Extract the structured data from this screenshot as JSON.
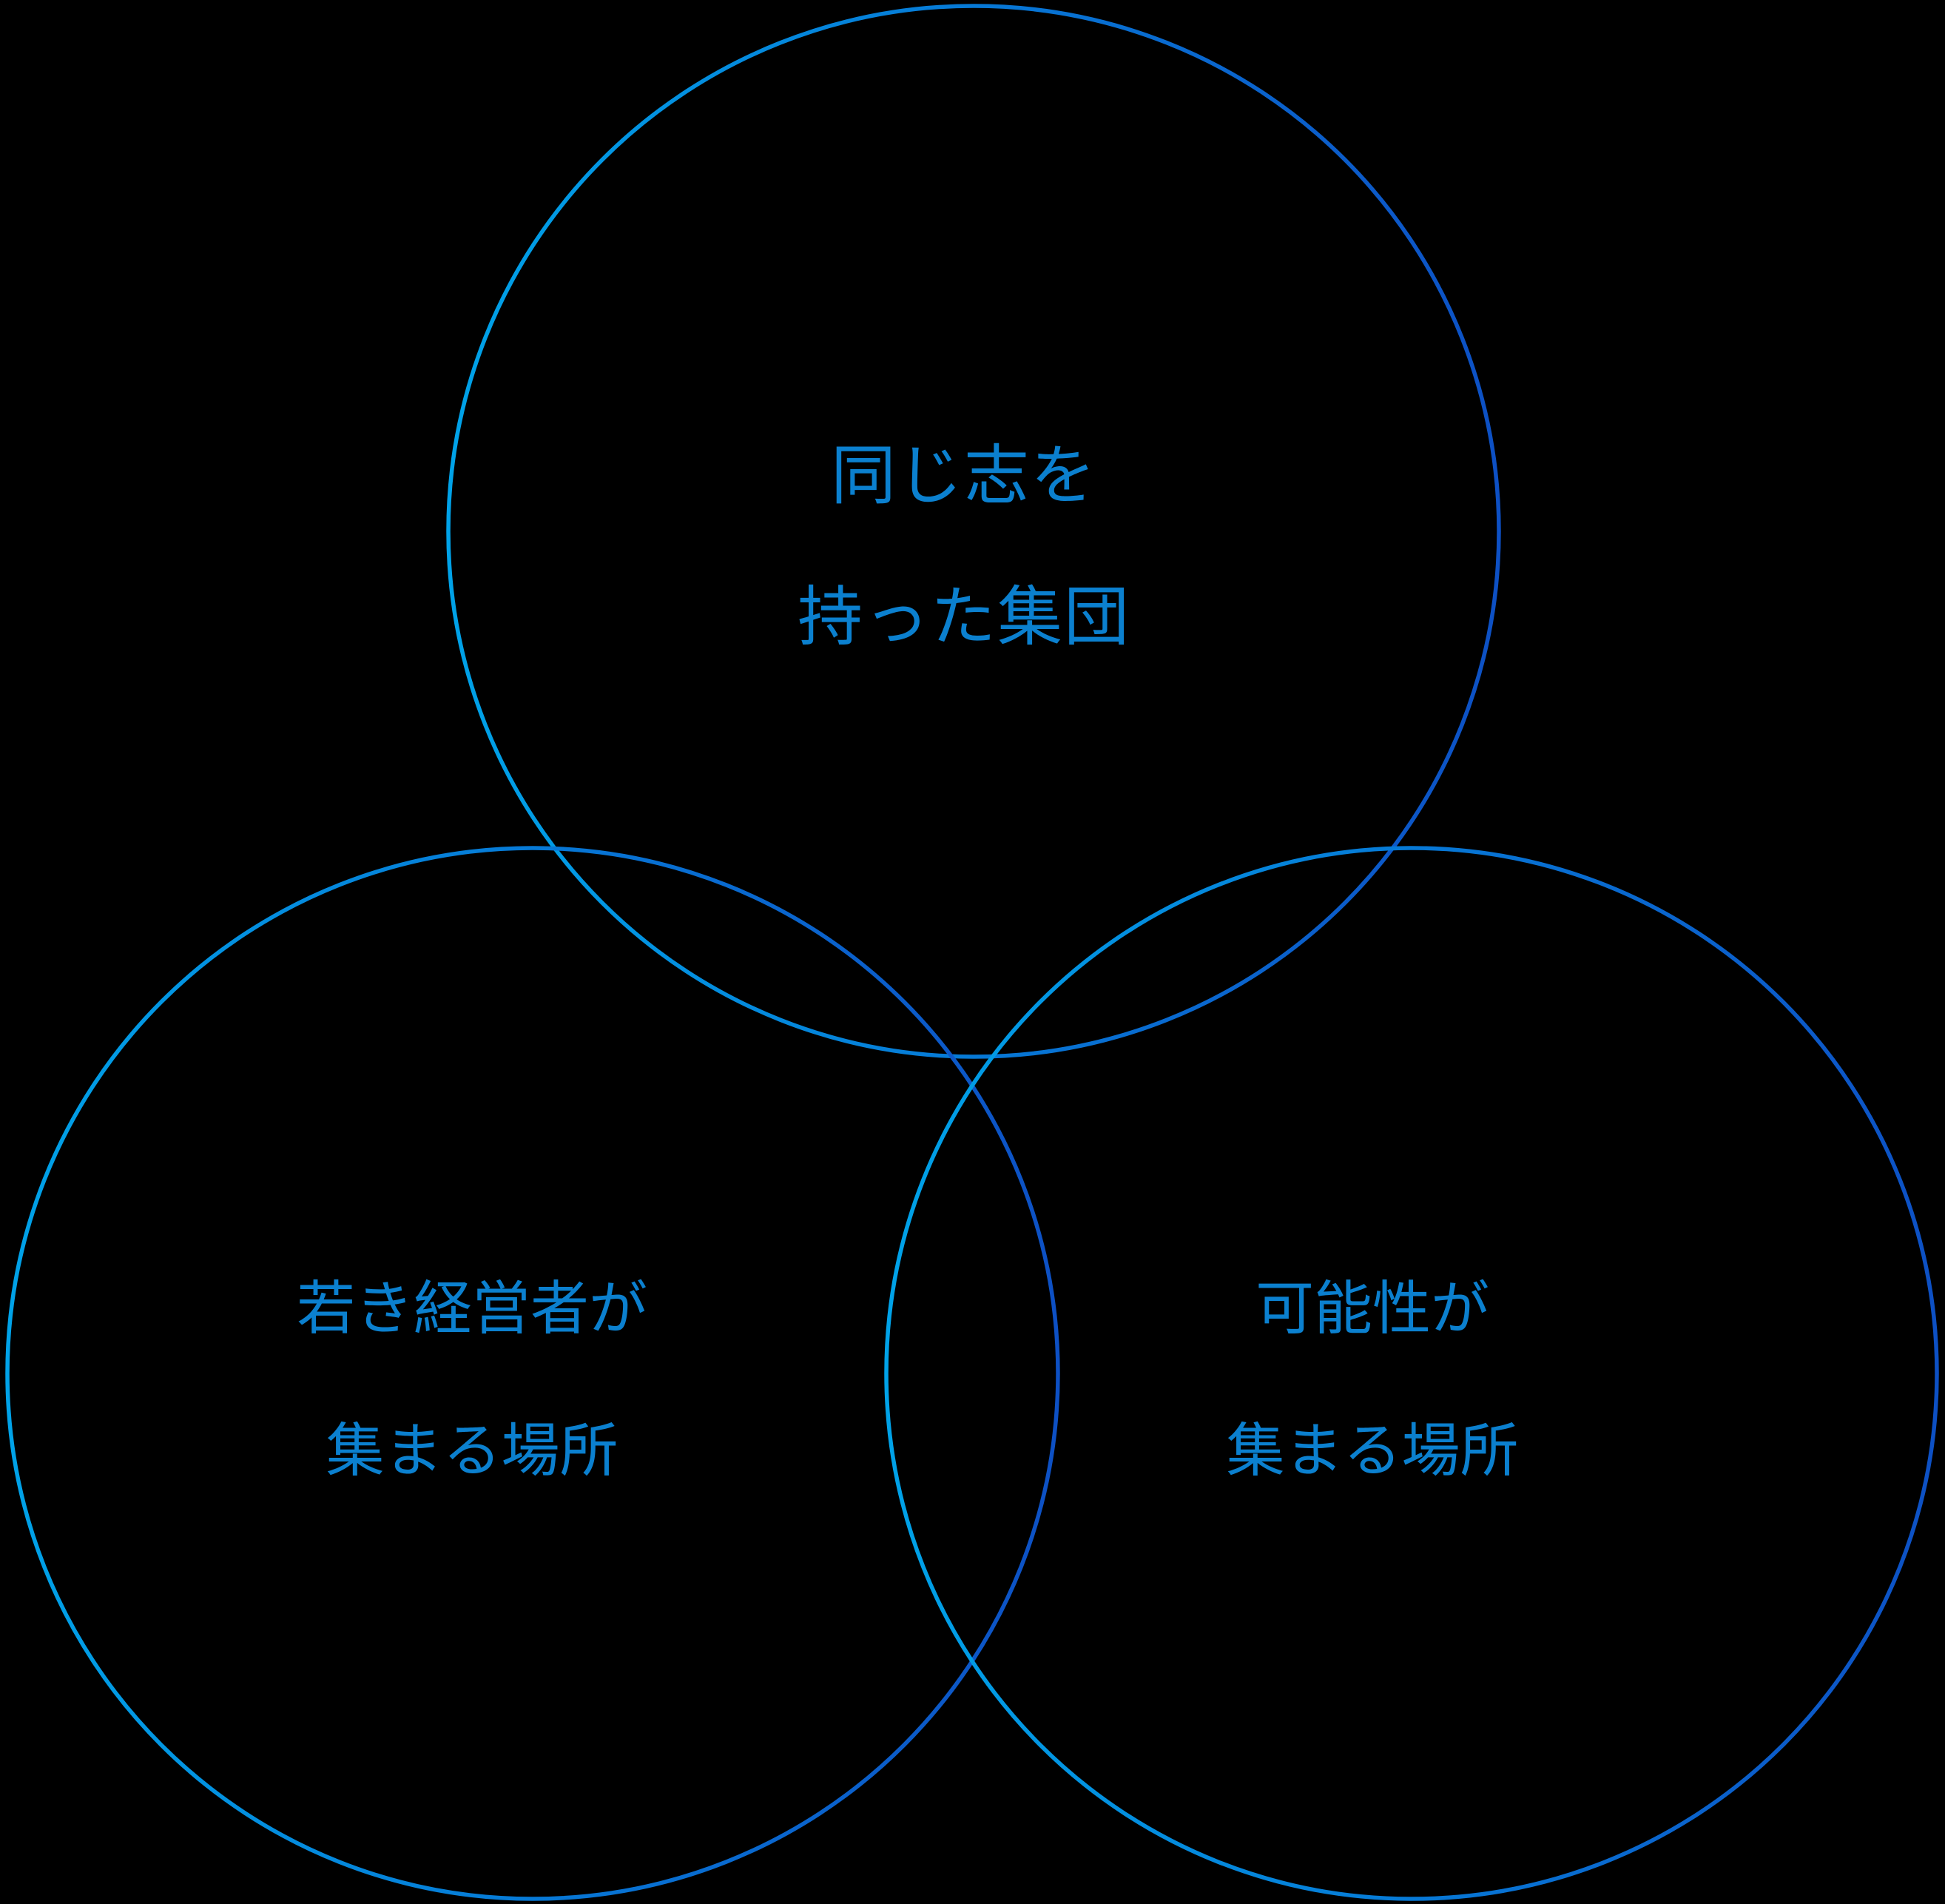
{
  "diagram": {
    "type": "venn",
    "background_color": "#000000",
    "text_color": "#0b80cf",
    "stroke_gradient": {
      "start": "#00a2e8",
      "end": "#0d50c4"
    },
    "circles": {
      "top": {
        "label_line1": "同じ志を",
        "label_line2": "持った集団"
      },
      "bottom_left": {
        "label_line1": "若き経営者が",
        "label_line2": "集まる場所"
      },
      "bottom_right": {
        "label_line1": "可能性が",
        "label_line2": "集まる場所"
      }
    }
  }
}
